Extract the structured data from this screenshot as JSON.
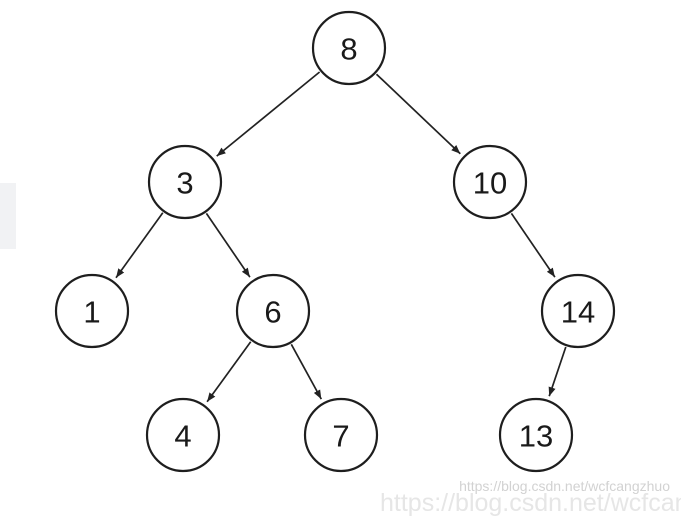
{
  "tree": {
    "nodes": [
      {
        "id": "n8",
        "label": "8"
      },
      {
        "id": "n3",
        "label": "3"
      },
      {
        "id": "n10",
        "label": "10"
      },
      {
        "id": "n1",
        "label": "1"
      },
      {
        "id": "n6",
        "label": "6"
      },
      {
        "id": "n14",
        "label": "14"
      },
      {
        "id": "n4",
        "label": "4"
      },
      {
        "id": "n7",
        "label": "7"
      },
      {
        "id": "n13",
        "label": "13"
      }
    ],
    "edges": [
      {
        "from": "n8",
        "to": "n3"
      },
      {
        "from": "n8",
        "to": "n10"
      },
      {
        "from": "n3",
        "to": "n1"
      },
      {
        "from": "n3",
        "to": "n6"
      },
      {
        "from": "n10",
        "to": "n14"
      },
      {
        "from": "n6",
        "to": "n4"
      },
      {
        "from": "n6",
        "to": "n7"
      },
      {
        "from": "n14",
        "to": "n13"
      }
    ]
  },
  "watermark": {
    "small": "https://blog.csdn.net/wcfcangzhuo",
    "large": "https://blog.csdn.net/wcfcang"
  }
}
